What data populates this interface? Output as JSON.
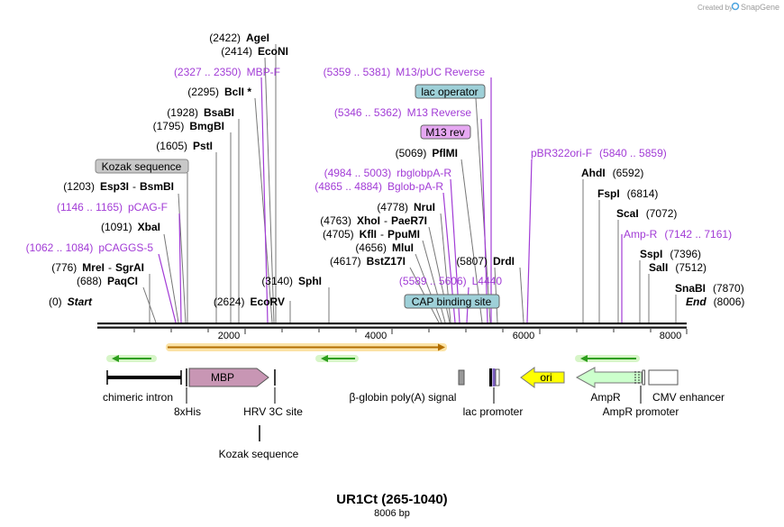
{
  "credit": "Created by",
  "brand": "SnapGene",
  "title": "UR1Ct (265-1040)",
  "size": "8006 bp",
  "sites": {
    "agei": {
      "pos": "(2422)",
      "name": "AgeI"
    },
    "econi": {
      "pos": "(2414)",
      "name": "EcoNI"
    },
    "mbpf": {
      "pos": "(2327 .. 2350)",
      "name": "MBP-F"
    },
    "bcli": {
      "pos": "(2295)",
      "name": "BclI *"
    },
    "bsabi": {
      "pos": "(1928)",
      "name": "BsaBI"
    },
    "bmgbi": {
      "pos": "(1795)",
      "name": "BmgBI"
    },
    "psti": {
      "pos": "(1605)",
      "name": "PstI"
    },
    "esp3i": {
      "pos": "(1203)",
      "name": "Esp3I",
      "name2": "BsmBI"
    },
    "pcagf": {
      "pos": "(1146 .. 1165)",
      "name": "pCAG-F"
    },
    "xbai": {
      "pos": "(1091)",
      "name": "XbaI"
    },
    "pcaggs5": {
      "pos": "(1062 .. 1084)",
      "name": "pCAGGS-5"
    },
    "srgai": {
      "pos": "(776)",
      "name": "MreI",
      "name2": "SgrAI"
    },
    "paqci": {
      "pos": "(688)",
      "name": "PaqCI"
    },
    "start": {
      "pos": "(0)",
      "name": "Start"
    },
    "m13puc": {
      "pos": "(5359 .. 5381)",
      "name": "M13/pUC Reverse"
    },
    "m13rev": {
      "pos": "(5346 .. 5362)",
      "name": "M13 Reverse"
    },
    "pflmi": {
      "pos": "(5069)",
      "name": "PflMI"
    },
    "rbglob": {
      "pos": "(4984 .. 5003)",
      "name": "rbglobpA-R"
    },
    "bglob": {
      "pos": "(4865 .. 4884)",
      "name": "Bglob-pA-R"
    },
    "nrui": {
      "pos": "(4778)",
      "name": "NruI"
    },
    "xhoi": {
      "pos": "(4763)",
      "name": "XhoI",
      "name2": "PaeR7I"
    },
    "kfli": {
      "pos": "(4705)",
      "name": "KflI",
      "name2": "PpuMI"
    },
    "mlui": {
      "pos": "(4656)",
      "name": "MluI"
    },
    "bstz": {
      "pos": "(4617)",
      "name": "BstZ17I"
    },
    "drdi": {
      "pos": "(5807)",
      "name": "DrdI"
    },
    "l4440": {
      "pos": "(5589 .. 5606)",
      "name": "L4440"
    },
    "sphi": {
      "pos": "(3140)",
      "name": "SphI"
    },
    "ecorv": {
      "pos": "(2624)",
      "name": "EcoRV"
    },
    "pbr": {
      "name": "pBR322ori-F",
      "pos": "(5840 .. 5859)"
    },
    "ahdi": {
      "name": "AhdI",
      "pos": "(6592)"
    },
    "fspi": {
      "name": "FspI",
      "pos": "(6814)"
    },
    "scai": {
      "name": "ScaI",
      "pos": "(7072)"
    },
    "ampr": {
      "name": "Amp-R",
      "pos": "(7142 .. 7161)"
    },
    "sspi": {
      "name": "SspI",
      "pos": "(7396)"
    },
    "sali": {
      "name": "SalI",
      "pos": "(7512)"
    },
    "snabi": {
      "name": "SnaBI",
      "pos": "(7870)"
    },
    "end": {
      "name": "End",
      "pos": "(8006)"
    }
  },
  "boxed_labels": {
    "kozak": "Kozak sequence",
    "lac_operator": "lac operator",
    "m13rev": "M13 rev",
    "cap": "CAP binding site"
  },
  "ruler": [
    "2000",
    "4000",
    "6000",
    "8000"
  ],
  "features": {
    "mbp": "MBP",
    "ori": "ori",
    "chimeric_intron": "chimeric intron",
    "his": "8xHis",
    "hrv": "HRV 3C site",
    "kozak": "Kozak sequence",
    "bglobin": "β-globin poly(A) signal",
    "lac_promoter": "lac promoter",
    "ampr": "AmpR",
    "ampr_promoter": "AmpR promoter",
    "cmv": "CMV enhancer"
  },
  "colors": {
    "primer": "#a23cd6",
    "mbp": "#c896b4",
    "ori": "#ffff00",
    "ampr": "#ccffcc",
    "orf_arrow": "#44bb22",
    "orf_highlight": "#d9a800",
    "boxed_blue": "#9ed0d8",
    "boxed_gray": "#c8c8c8",
    "boxed_purple": "#e6a8f2"
  }
}
